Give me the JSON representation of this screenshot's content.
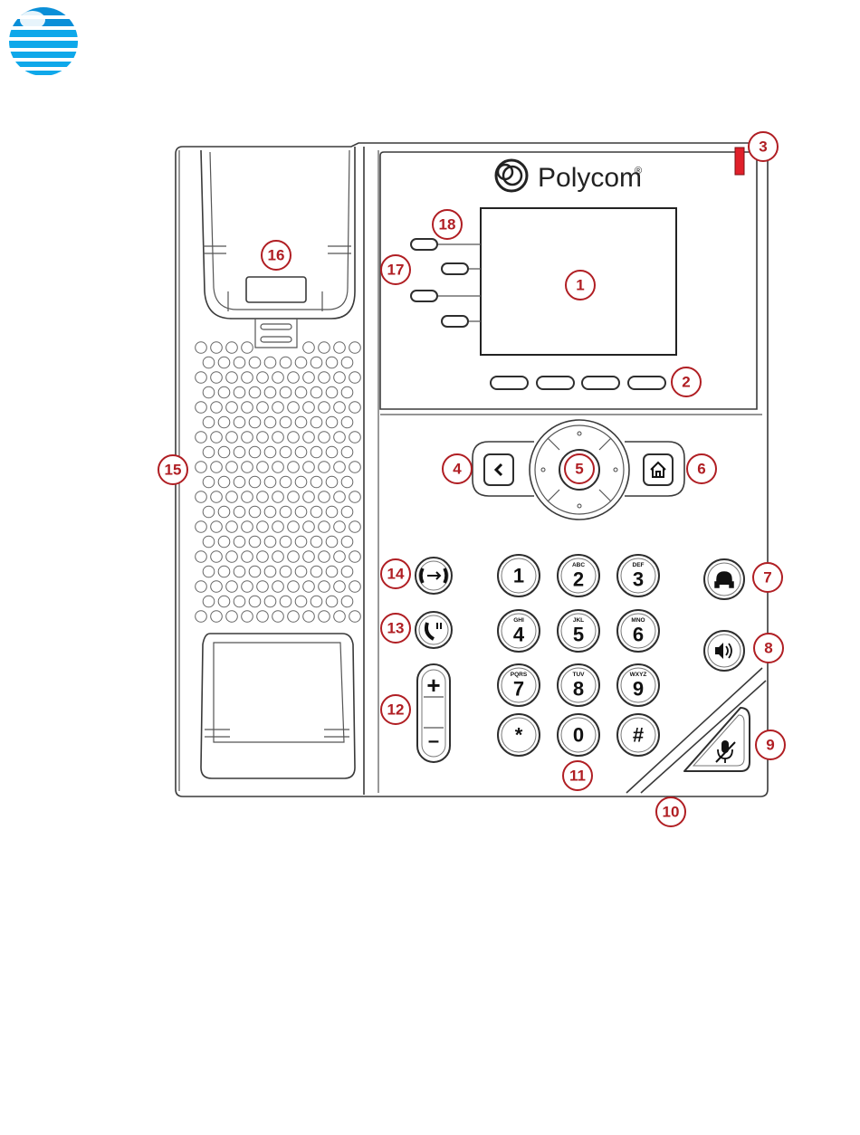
{
  "brand": {
    "logo_icon": "att-globe-icon",
    "logo_colors": [
      "#0a8fd8",
      "#0fa8ea"
    ],
    "phone_brand": "Polycom",
    "phone_brand_mark": "®",
    "phone_logo_icon": "polycom-rings-icon"
  },
  "keypad": [
    {
      "digit": "1",
      "letters": ""
    },
    {
      "digit": "2",
      "letters": "ABC"
    },
    {
      "digit": "3",
      "letters": "DEF"
    },
    {
      "digit": "4",
      "letters": "GHI"
    },
    {
      "digit": "5",
      "letters": "JKL"
    },
    {
      "digit": "6",
      "letters": "MNO"
    },
    {
      "digit": "7",
      "letters": "PQRS"
    },
    {
      "digit": "8",
      "letters": "TUV"
    },
    {
      "digit": "9",
      "letters": "WXYZ"
    },
    {
      "digit": "*",
      "letters": ""
    },
    {
      "digit": "0",
      "letters": ""
    },
    {
      "digit": "#",
      "letters": ""
    }
  ],
  "volume": {
    "plus": "+",
    "minus": "–"
  },
  "callouts": [
    "1",
    "2",
    "3",
    "4",
    "5",
    "6",
    "7",
    "8",
    "9",
    "10",
    "11",
    "12",
    "13",
    "14",
    "15",
    "16",
    "17",
    "18"
  ],
  "colors": {
    "callout": "#b01e23",
    "indicator_led": "#e0202a",
    "outline": "#3a3a3a"
  },
  "icons": {
    "back": "chevron-left-icon",
    "home": "home-icon",
    "headset": "headset-icon",
    "speaker": "speaker-icon",
    "mute": "microphone-muted-icon",
    "transfer": "call-transfer-icon",
    "hold": "call-hold-icon"
  }
}
